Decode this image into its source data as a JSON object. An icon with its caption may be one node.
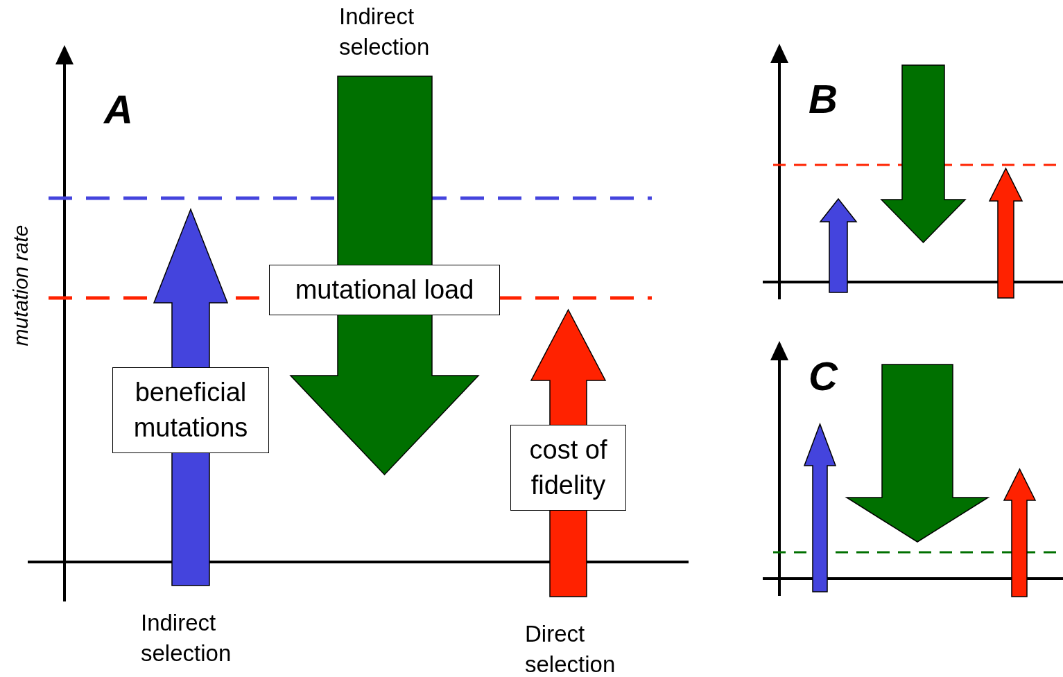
{
  "diagram": {
    "nodes": [
      {
        "text": [
          "mutational load"
        ]
      },
      {
        "text": [
          "beneficial mutations"
        ]
      },
      {
        "text": [
          "cost of fidelity"
        ]
      }
    ],
    "labels": [
      "Indirect selection",
      "A",
      "B",
      "mutation rate",
      "C",
      "Indirect selection",
      "Direct selection"
    ]
  }
}
